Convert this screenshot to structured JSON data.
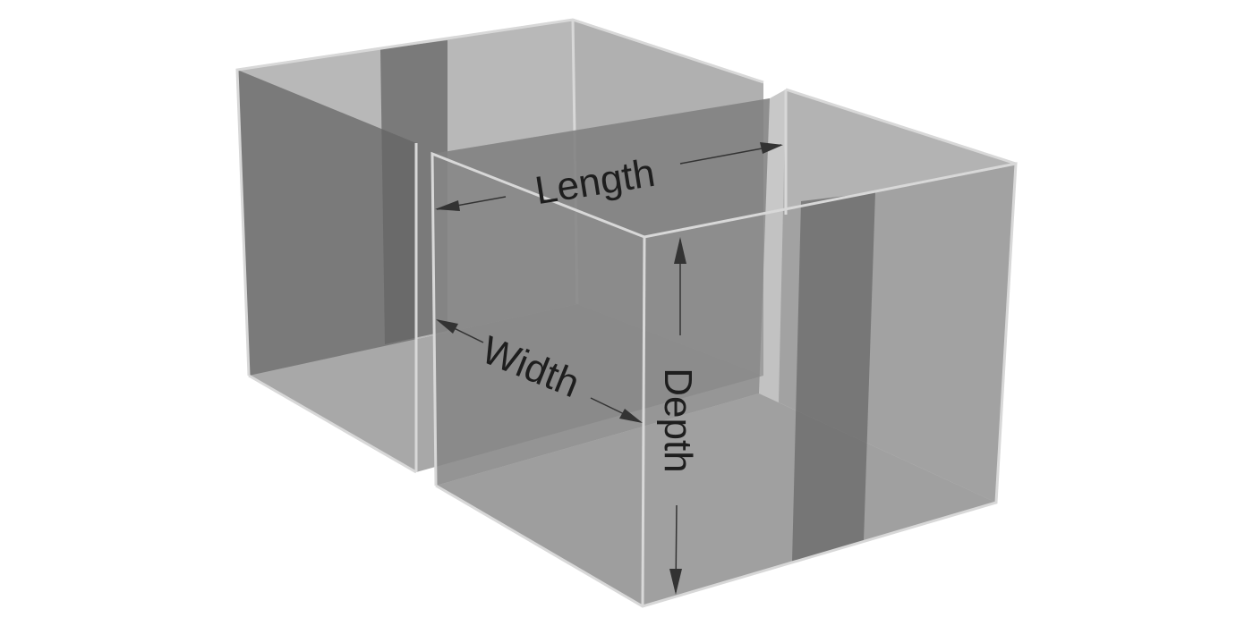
{
  "labels": {
    "length": "Length",
    "width": "Width",
    "depth": "Depth"
  },
  "colors": {
    "background": "#ffffff",
    "panel_light": "#b4b4b4",
    "panel_mid": "#8a8a8a",
    "panel_dark": "#6e6e6e",
    "edge": "#d8d8d8",
    "text": "#1e1e1e"
  }
}
